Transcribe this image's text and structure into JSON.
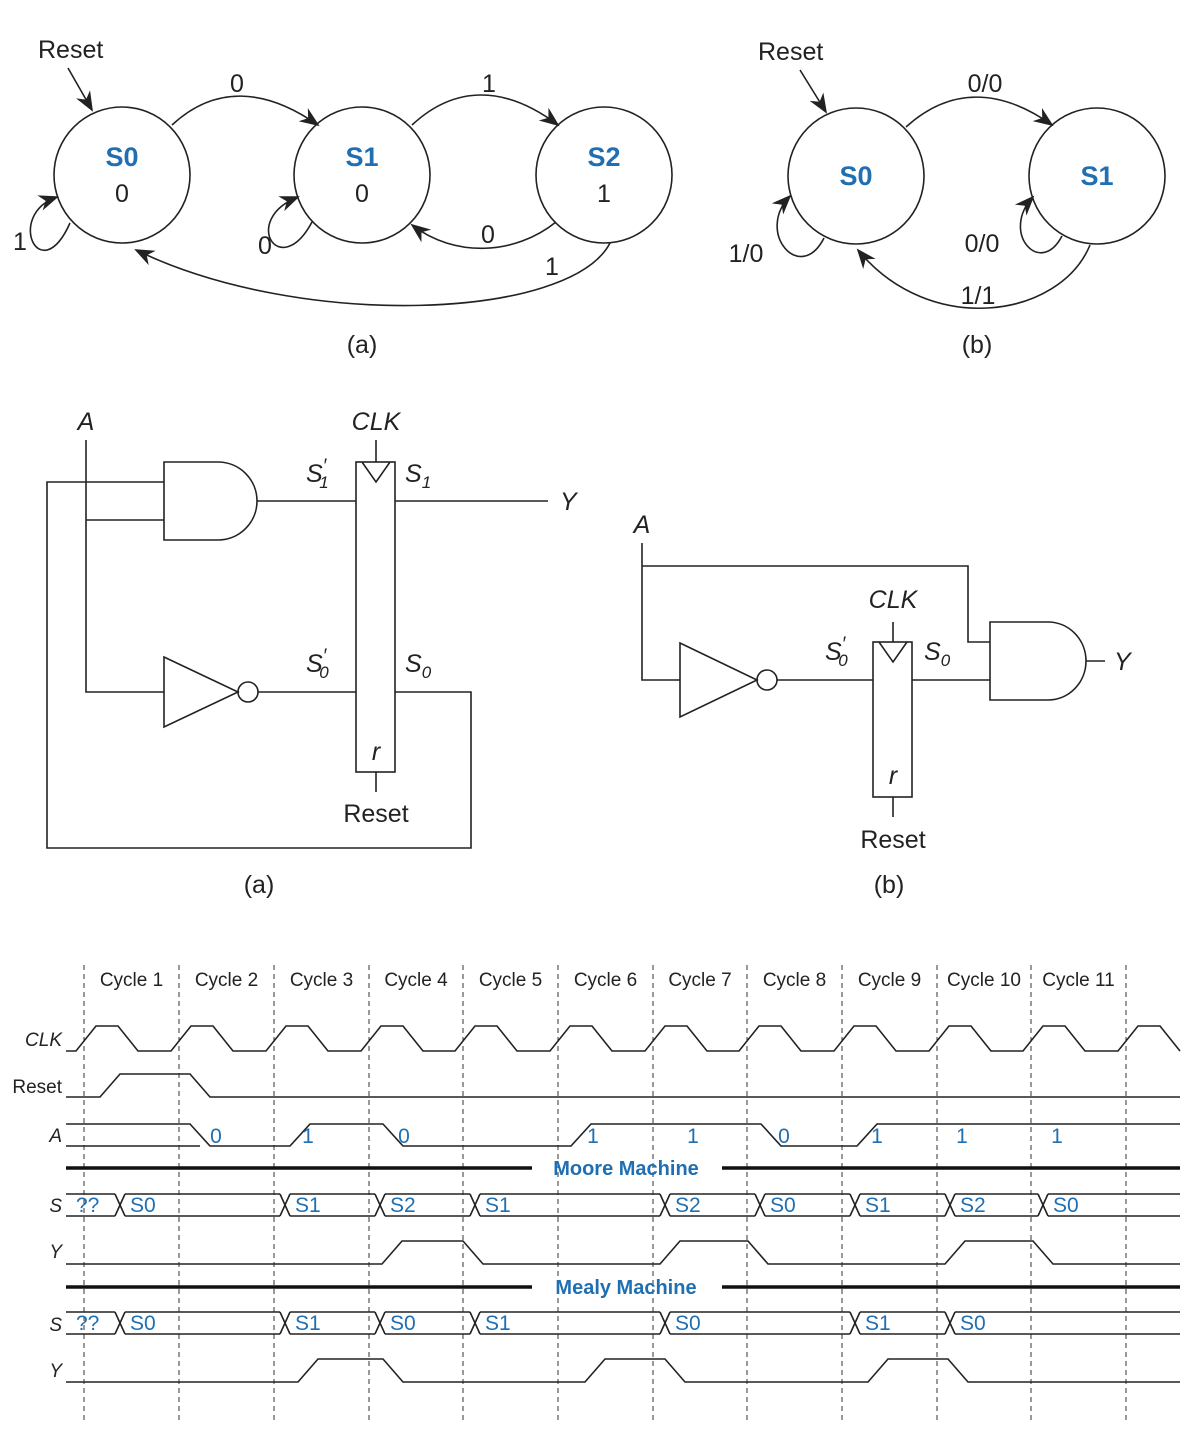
{
  "colors": {
    "state": "#1f6fb2",
    "ink": "#222222"
  },
  "fsm_a": {
    "reset": "Reset",
    "caption": "(a)",
    "states": [
      {
        "name": "S0",
        "out": "0"
      },
      {
        "name": "S1",
        "out": "0"
      },
      {
        "name": "S2",
        "out": "1"
      }
    ],
    "arcs": {
      "s0_s1": "0",
      "s1_s2": "1",
      "s0_self": "1",
      "s1_self": "0",
      "s2_s1": "0",
      "s2_s0": "1"
    }
  },
  "fsm_b": {
    "reset": "Reset",
    "caption": "(b)",
    "states": [
      {
        "name": "S0"
      },
      {
        "name": "S1"
      }
    ],
    "arcs": {
      "s0_s1": "0/0",
      "s0_self": "1/0",
      "s1_self": "0/0",
      "s1_s0": "1/1"
    }
  },
  "circuit_a": {
    "input": "A",
    "clk": "CLK",
    "y": "Y",
    "reset": "Reset",
    "r": "r",
    "caption": "(a)",
    "s1n_main": "S",
    "s1n_sup": "′",
    "s1n_sub": "1",
    "s1_main": "S",
    "s1_sub": "1",
    "s0n_main": "S",
    "s0n_sup": "′",
    "s0n_sub": "0",
    "s0_main": "S",
    "s0_sub": "0"
  },
  "circuit_b": {
    "input": "A",
    "clk": "CLK",
    "y": "Y",
    "reset": "Reset",
    "r": "r",
    "caption": "(b)",
    "s0n_main": "S",
    "s0n_sup": "′",
    "s0n_sub": "0",
    "s0_main": "S",
    "s0_sub": "0"
  },
  "timing": {
    "cycles": [
      "Cycle 1",
      "Cycle 2",
      "Cycle 3",
      "Cycle 4",
      "Cycle 5",
      "Cycle 6",
      "Cycle 7",
      "Cycle 8",
      "Cycle 9",
      "Cycle 10",
      "Cycle 11"
    ],
    "signals": {
      "clk": "CLK",
      "reset": "Reset",
      "a": "A",
      "s": "S",
      "y": "Y"
    },
    "a_labels": [
      "0",
      "1",
      "0",
      "1",
      "1",
      "0",
      "1",
      "1",
      "1"
    ],
    "moore_title": "Moore Machine",
    "moore_states": [
      "??",
      "S0",
      "S1",
      "S2",
      "S1",
      "S2",
      "S0",
      "S1",
      "S2",
      "S0"
    ],
    "mealy_title": "Mealy Machine",
    "mealy_states": [
      "??",
      "S0",
      "S1",
      "S0",
      "S1",
      "S0",
      "S1",
      "S0"
    ]
  }
}
